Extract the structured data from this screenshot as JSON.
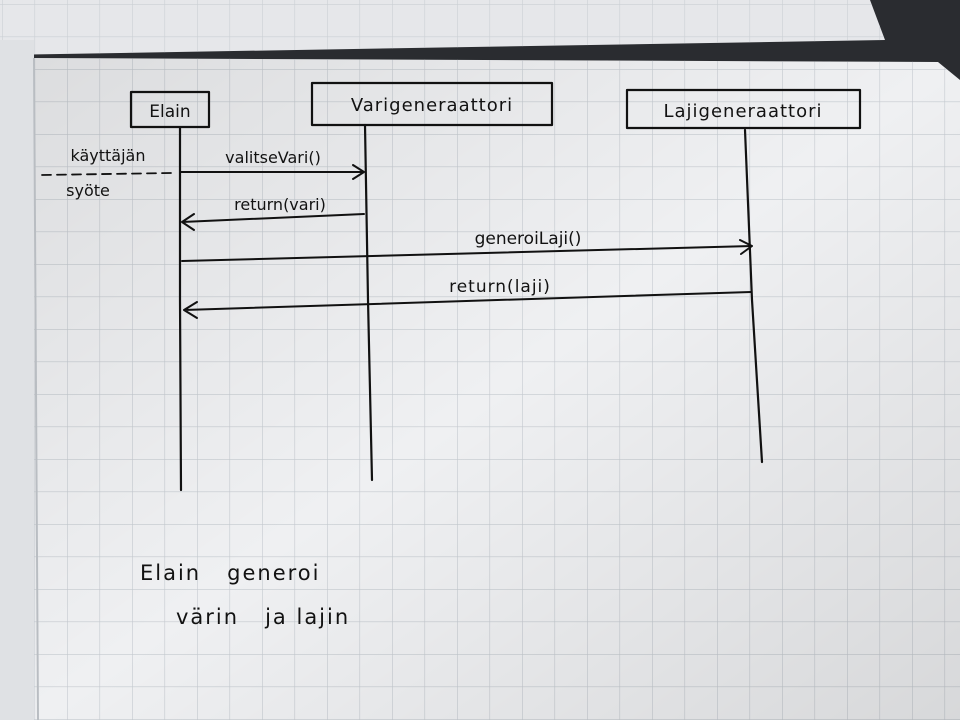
{
  "actors": [
    {
      "name": "Elain"
    },
    {
      "name": "Varigeneraattori"
    },
    {
      "name": "Lajigeneraattori"
    }
  ],
  "side_note": {
    "line1": "käyttäjän",
    "line2": "syöte"
  },
  "messages": [
    {
      "label": "valitseVari()"
    },
    {
      "label": "return(vari)"
    },
    {
      "label": "generoiLaji()"
    },
    {
      "label": "return(laji)"
    }
  ],
  "footer": {
    "line1": "Elain   generoi",
    "line2": "värin   ja lajin"
  },
  "colors": {
    "paper": "#eff0f2",
    "grid": "#c4c9cf",
    "ink": "#111111",
    "background": "#2a2c30"
  }
}
